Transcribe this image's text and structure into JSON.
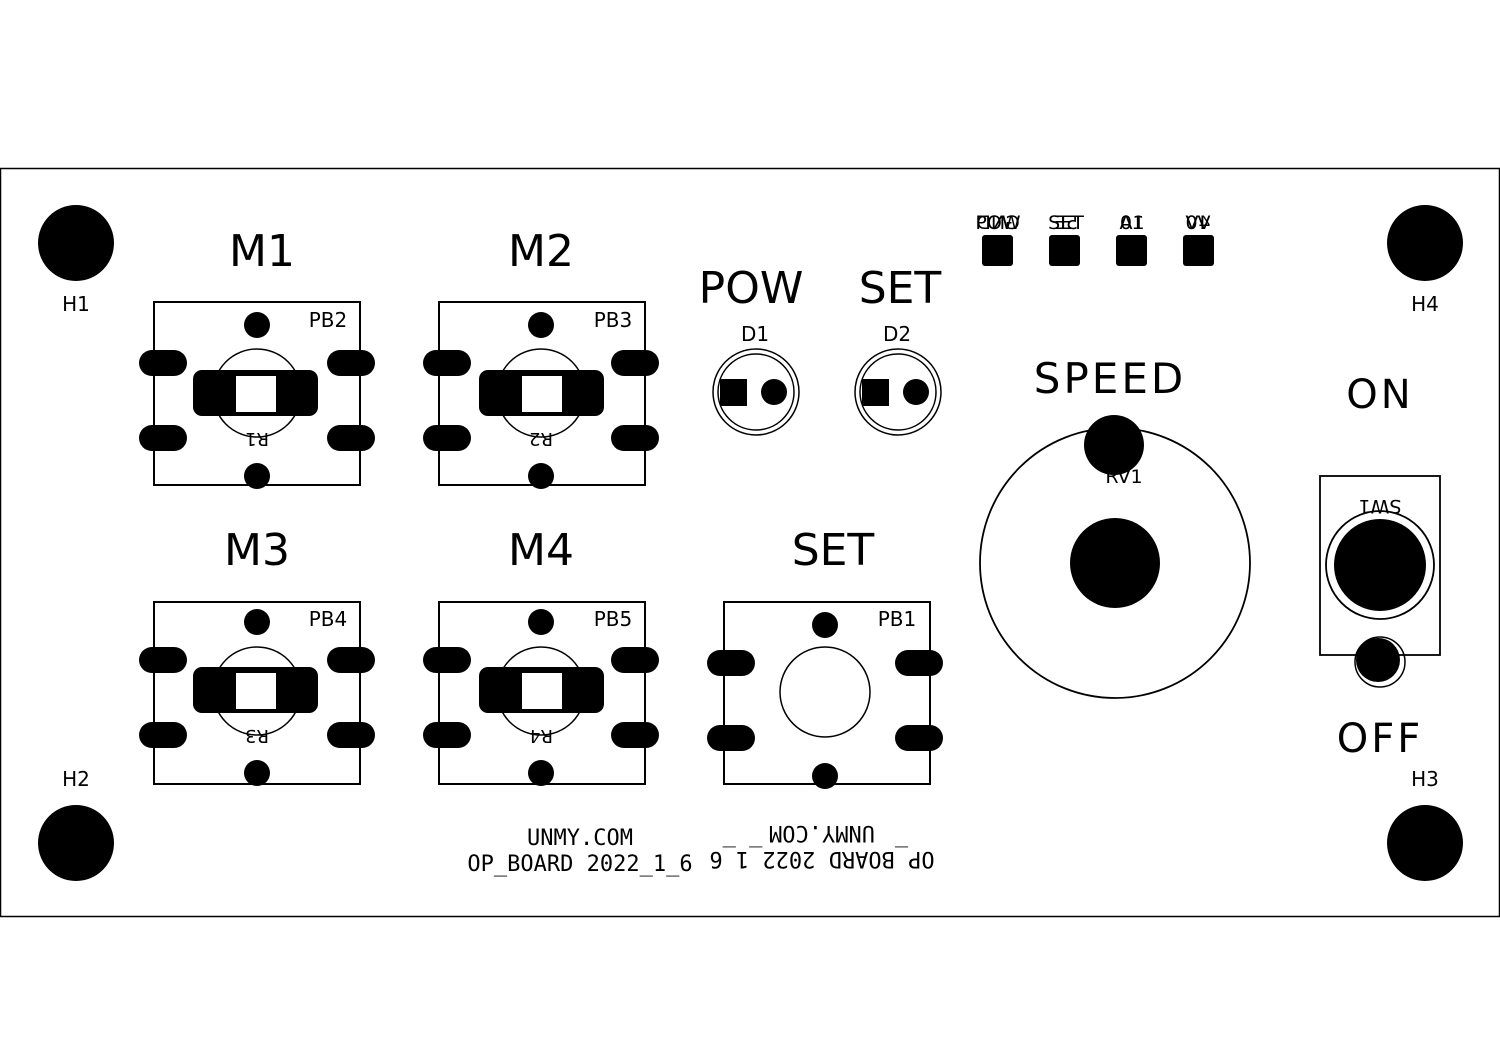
{
  "colors": {
    "copper": "#000000",
    "board": "#ffffff",
    "outline": "#000000"
  },
  "holes": [
    "H1",
    "H2",
    "H3",
    "H4"
  ],
  "labels": {
    "m1": "M1",
    "m2": "M2",
    "m3": "M3",
    "m4": "M4",
    "pow": "POW",
    "set_led": "SET",
    "set_btn": "SET",
    "speed": "SPEED",
    "on": "ON",
    "off": "OFF"
  },
  "buttons": {
    "pb1": "PB1",
    "pb2": "PB2",
    "pb3": "PB3",
    "pb4": "PB4",
    "pb5": "PB5"
  },
  "resistors": {
    "r1": "R1",
    "r2": "R2",
    "r3": "R3",
    "r4": "R4"
  },
  "leds": {
    "d1": "D1",
    "d2": "D2"
  },
  "pot": "RV1",
  "switch": "SW1",
  "header": {
    "top": [
      "POW",
      "SET",
      "A1",
      "0V"
    ],
    "back": [
      "GND",
      "5E",
      "10",
      "4V"
    ]
  },
  "text_front": {
    "line1": "UNMY.COM",
    "line2": "OP_BOARD 2022_1_6"
  },
  "text_back": {
    "line1": "UNMY.COM",
    "line2": "OP_BOARD 2022_1_6"
  }
}
